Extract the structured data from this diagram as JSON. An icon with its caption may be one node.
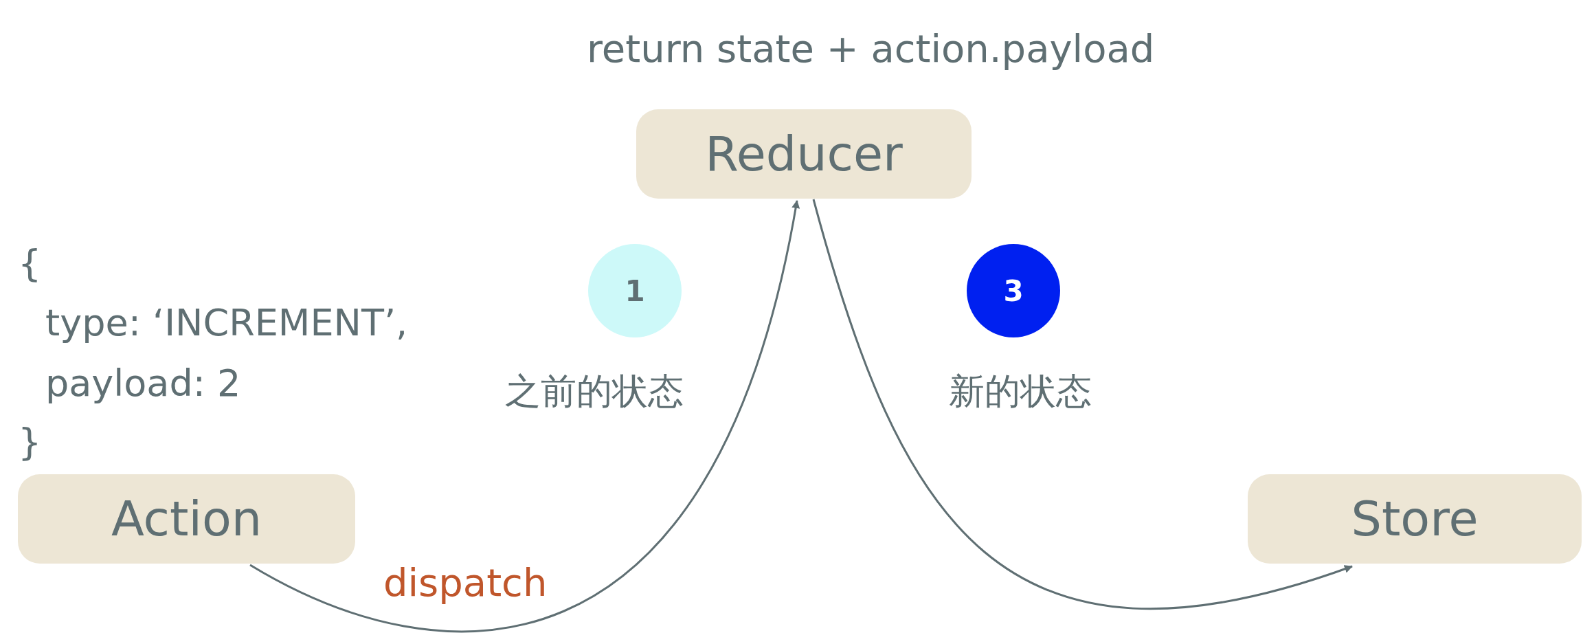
{
  "diagram": {
    "nodes": [
      {
        "text": [
          "Reducer"
        ]
      },
      {
        "text": [
          "Action"
        ]
      },
      {
        "text": [
          "Store"
        ]
      },
      {
        "text": [
          "1"
        ],
        "beside": [
          "之前的状态"
        ]
      },
      {
        "text": [
          "3"
        ],
        "beside": [
          "新的状态"
        ]
      }
    ],
    "edges": [
      {
        "from": 1,
        "to": 0,
        "arrow": "to",
        "label": "dispatch"
      },
      {
        "from": 0,
        "to": 2,
        "arrow": "to"
      }
    ],
    "labels": [
      "return state + action.payload",
      "{",
      "type: ‘INCREMENT’,",
      "payload: 2",
      "}"
    ]
  }
}
